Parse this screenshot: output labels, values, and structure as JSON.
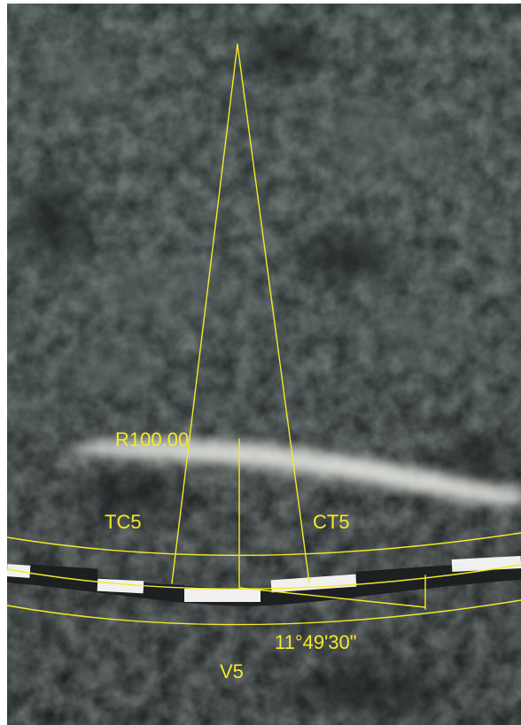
{
  "map": {
    "labels": {
      "radius": "R100.00",
      "tangent_to_curve": "TC5",
      "curve_to_tangent": "CT5",
      "angle": "11°49'30\"",
      "vertex": "V5"
    },
    "colors": {
      "overlay": "#f2ea2a",
      "background": "#252b2a",
      "road_light": "#f0f0ee",
      "road_dark": "#1d2020",
      "bright_strip": "#e8e9e3"
    }
  }
}
